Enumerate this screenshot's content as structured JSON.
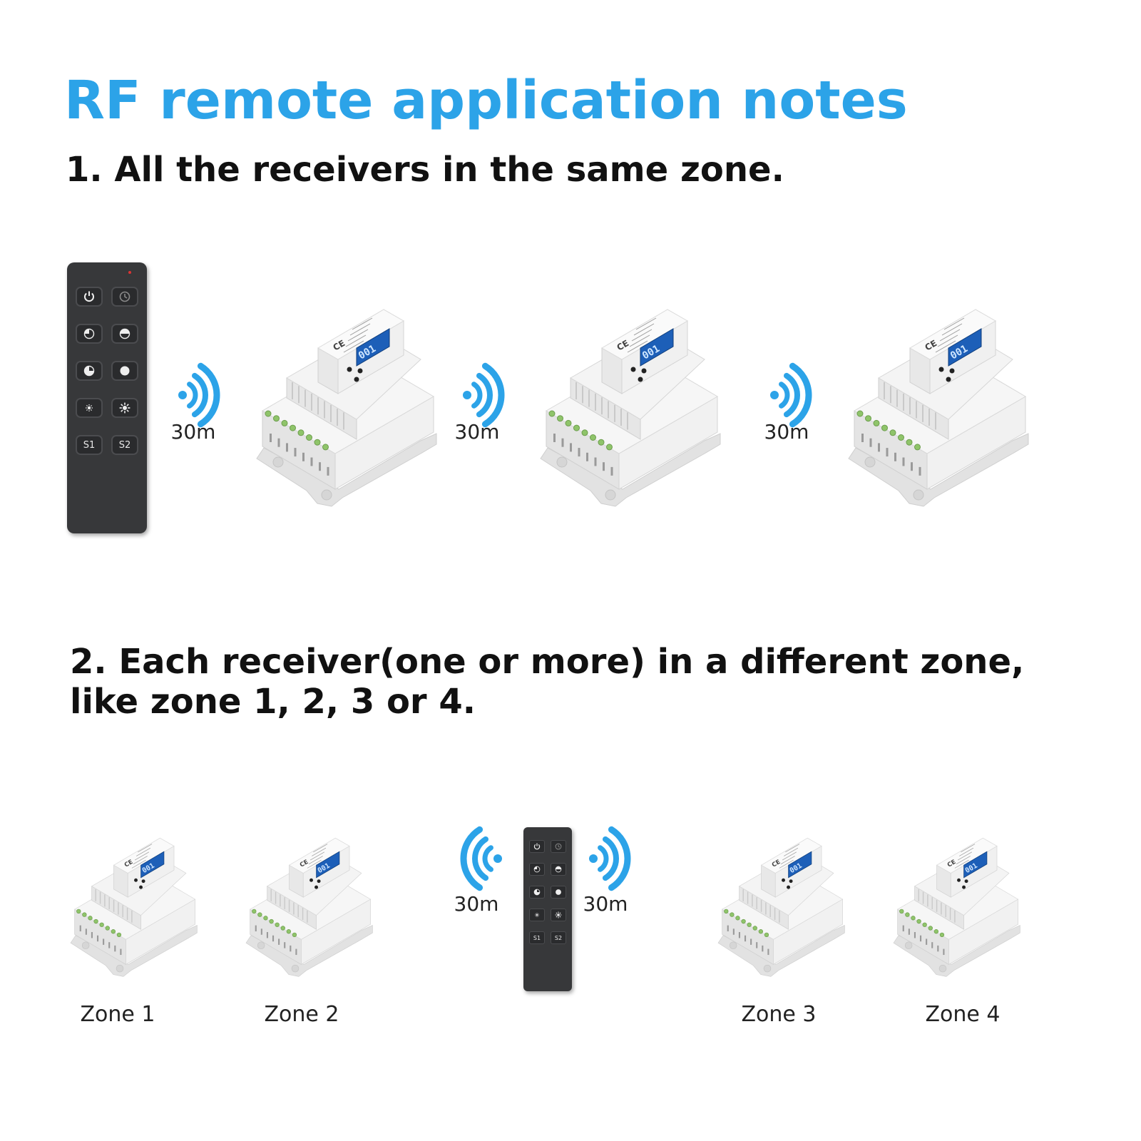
{
  "title": "RF remote application notes",
  "notes": {
    "note1": "1. All the receivers in the same zone.",
    "note2": "2. Each receiver(one or more) in a different zone, like zone 1, 2, 3 or 4."
  },
  "range_label": "30m",
  "remote": {
    "buttons": [
      {
        "id": "power",
        "glyph": "power-icon",
        "label": ""
      },
      {
        "id": "timer",
        "glyph": "timer-icon",
        "label": ""
      },
      {
        "id": "b25",
        "glyph": "quarter-circle-icon",
        "label": ""
      },
      {
        "id": "b50",
        "glyph": "half-circle-icon",
        "label": ""
      },
      {
        "id": "b75",
        "glyph": "three-quarter-circle-icon",
        "label": ""
      },
      {
        "id": "b100",
        "glyph": "full-circle-icon",
        "label": ""
      },
      {
        "id": "dim",
        "glyph": "small-sun-icon",
        "label": ""
      },
      {
        "id": "bright",
        "glyph": "large-sun-icon",
        "label": ""
      },
      {
        "id": "s1",
        "glyph": "",
        "label": "S1"
      },
      {
        "id": "s2",
        "glyph": "",
        "label": "S2"
      }
    ]
  },
  "receiver": {
    "display": "001"
  },
  "zones": [
    "Zone 1",
    "Zone 2",
    "Zone 3",
    "Zone 4"
  ],
  "colors": {
    "accent": "#2ca3e8",
    "remote_body": "#37383a",
    "receiver_body": "#eeeeee",
    "display": "#1d5fb8"
  }
}
